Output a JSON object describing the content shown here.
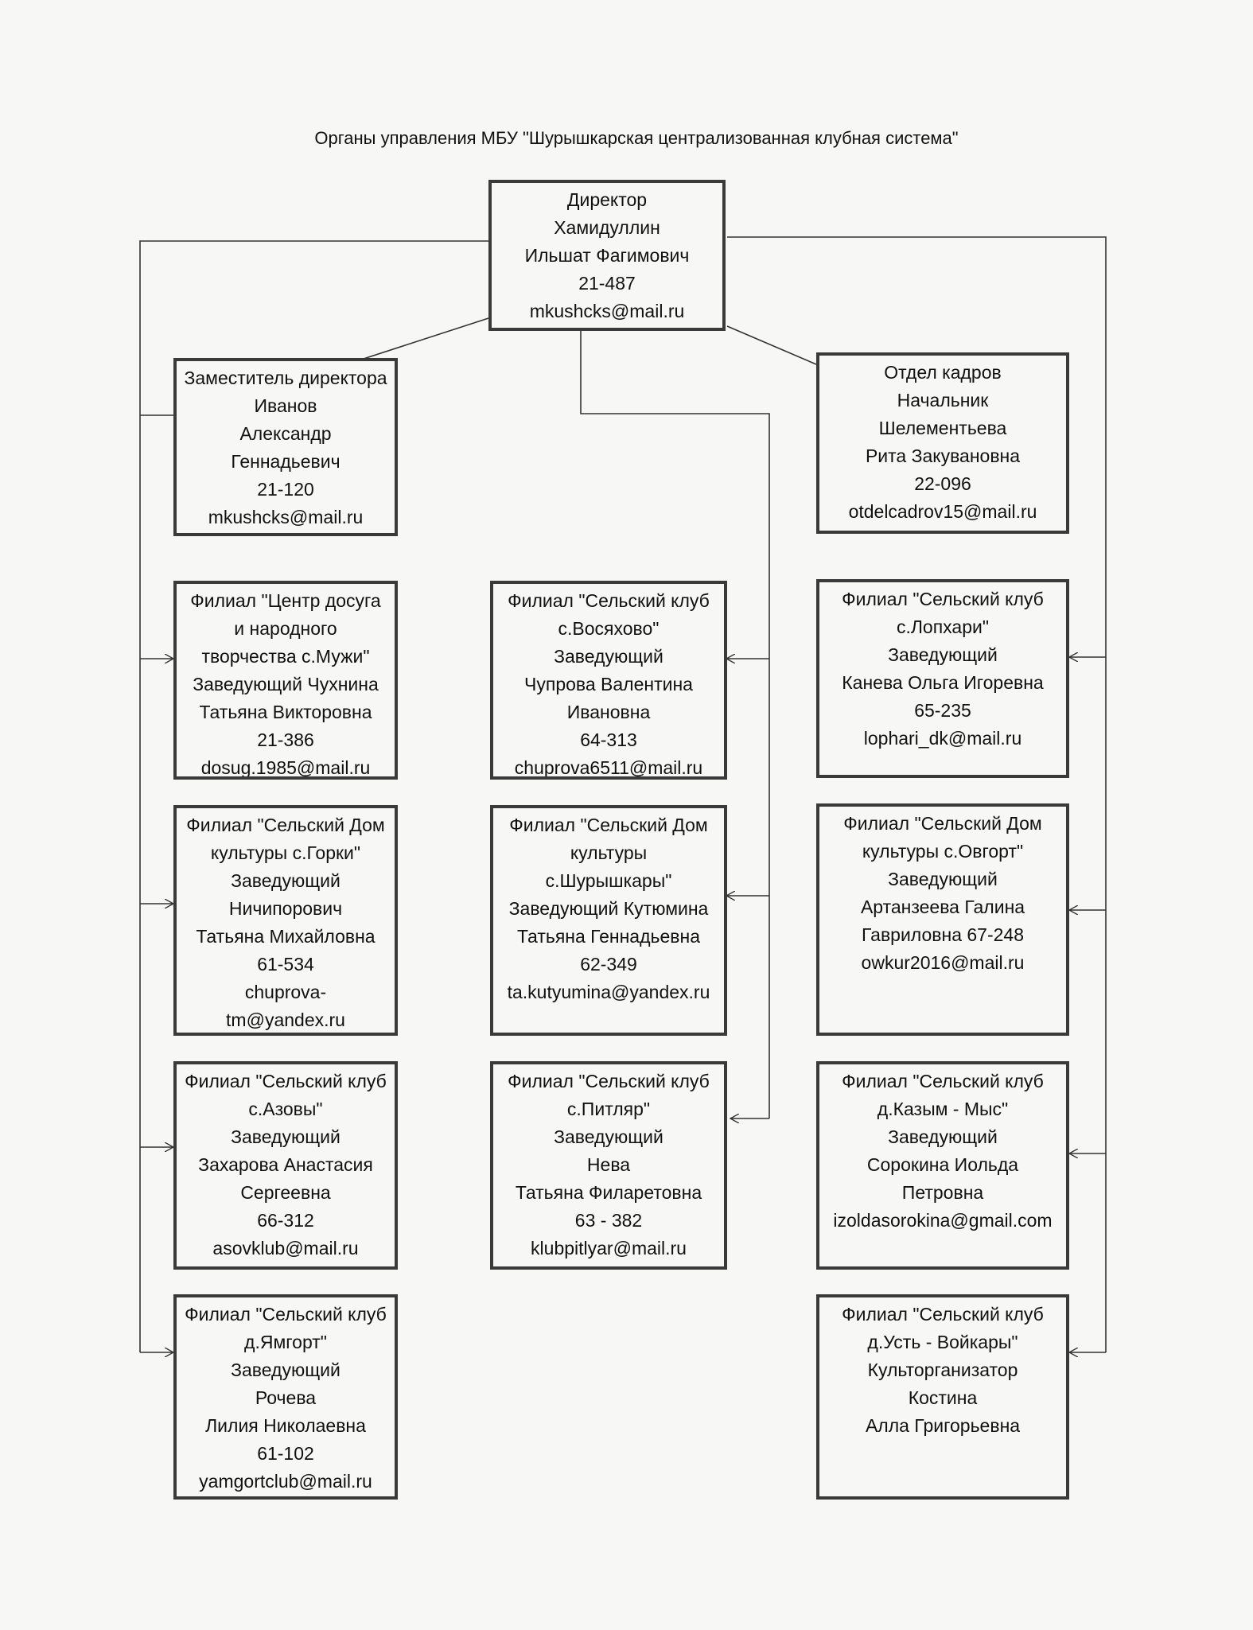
{
  "title": "Органы управления МБУ \"Шурышкарская централизованная клубная система\"",
  "boxes": {
    "director": {
      "lines": [
        "Директор",
        "Хамидуллин",
        "Ильшат Фагимович",
        "21-487",
        "mkushcks@mail.ru"
      ]
    },
    "deputy": {
      "lines": [
        "Заместитель директора",
        "Иванов",
        "Александр",
        "Геннадьевич",
        "21-120",
        "mkushcks@mail.ru"
      ]
    },
    "hr": {
      "lines": [
        "Отдел кадров",
        "Начальник",
        "Шелементьева",
        "Рита Закувановна",
        "22-096",
        "otdelcadrov15@mail.ru"
      ]
    },
    "muzhi": {
      "lines": [
        "Филиал \"Центр досуга",
        "и народного",
        "творчества с.Мужи\"",
        "Заведующий Чухнина",
        "Татьяна Викторовна",
        "21-386",
        "dosug.1985@mail.ru"
      ]
    },
    "vosyakhovo": {
      "lines": [
        "Филиал \"Сельский клуб",
        "с.Восяхово\"",
        "Заведующий",
        "Чупрова Валентина",
        "Ивановна",
        "64-313",
        "chuprova6511@mail.ru"
      ]
    },
    "lopkhari": {
      "lines": [
        "Филиал \"Сельский клуб",
        "с.Лопхари\"",
        "Заведующий",
        "Канева Ольга Игоревна",
        "65-235",
        "lophari_dk@mail.ru"
      ]
    },
    "gorki": {
      "lines": [
        "Филиал \"Сельский Дом",
        "культуры с.Горки\"",
        "Заведующий",
        "Ничипорович",
        "Татьяна Михайловна",
        "61-534",
        "chuprova-",
        "tm@yandex.ru"
      ]
    },
    "shuryshkary": {
      "lines": [
        "Филиал \"Сельский Дом",
        "культуры",
        "с.Шурышкары\"",
        "Заведующий  Кутюмина",
        "Татьяна Геннадьевна",
        "62-349",
        "ta.kutyumina@yandex.ru"
      ]
    },
    "ovgort": {
      "lines": [
        "Филиал \"Сельский Дом",
        "культуры с.Овгорт\"",
        "Заведующий",
        "Артанзеева Галина",
        "Гавриловна  67-248",
        "owkur2016@mail.ru"
      ]
    },
    "azovy": {
      "lines": [
        "Филиал \"Сельский клуб",
        "с.Азовы\"",
        "Заведующий",
        "Захарова Анастасия",
        "Сергеевна",
        "66-312",
        "asovklub@mail.ru"
      ]
    },
    "pitlyar": {
      "lines": [
        "Филиал \"Сельский клуб",
        "с.Питляр\"",
        "Заведующий",
        "Нева",
        "Татьяна Филаретовна",
        "63 - 382",
        "klubpitlyar@mail.ru"
      ]
    },
    "kazym_mys": {
      "lines": [
        "Филиал \"Сельский клуб",
        "д.Казым - Мыс\"",
        "Заведующий",
        "Сорокина Иольда",
        "Петровна",
        "izoldasorokina@gmail.com"
      ]
    },
    "yamgort": {
      "lines": [
        "Филиал \"Сельский клуб",
        "д.Ямгорт\"",
        "Заведующий",
        "Рочева",
        "Лилия Николаевна",
        "61-102",
        "yamgortclub@mail.ru"
      ]
    },
    "ust_voykary": {
      "lines": [
        "Филиал \"Сельский клуб",
        "д.Усть - Войкары\"",
        "Культорганизатор",
        "Костина",
        "Алла Григорьевна"
      ]
    }
  }
}
